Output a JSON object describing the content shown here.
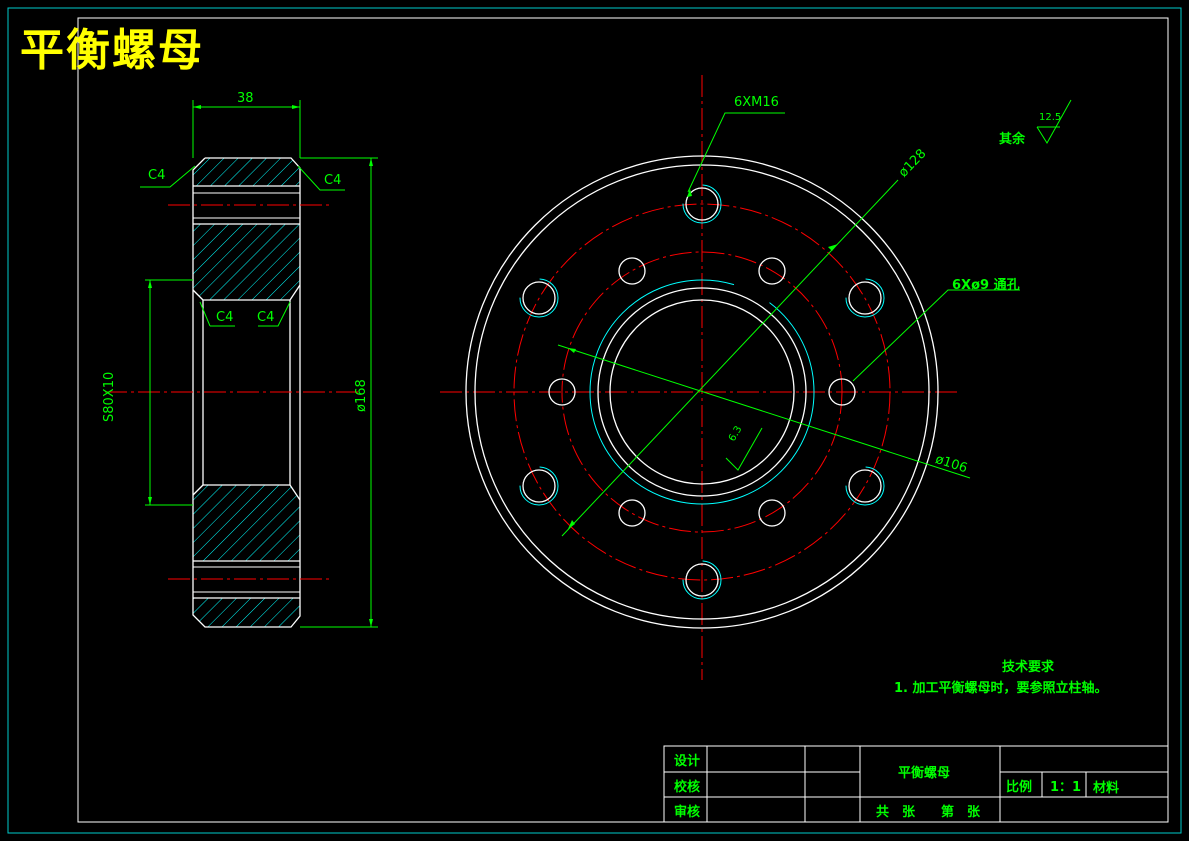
{
  "title": "平衡螺母",
  "dims": {
    "width_38": "38",
    "chamfer": "C4",
    "thread_s80": "S80X10",
    "dia_168": "ø168",
    "holes_m16": "6XM16",
    "dia_128": "ø128",
    "holes_d9": "6Xø9 通孔",
    "dia_106": "ø106",
    "rough_63": "6.3",
    "rough_125": "12.5"
  },
  "notes": {
    "rest": "其余",
    "tech_title": "技术要求",
    "tech_item1": "1. 加工平衡螺母时，要参照立柱轴。"
  },
  "title_block": {
    "design": "设计",
    "check": "校核",
    "review": "审核",
    "part_name": "平衡螺母",
    "scale_label": "比例",
    "scale_value": "1：1",
    "material_label": "材料",
    "sheets": "共　张　　第　张"
  },
  "colors": {
    "background": "#000000",
    "outline": "#ffffff",
    "dimension": "#00ff00",
    "centerline": "#ff0000",
    "hidden": "#00ffff",
    "title": "#ffff00",
    "frame": "#00ffff"
  }
}
